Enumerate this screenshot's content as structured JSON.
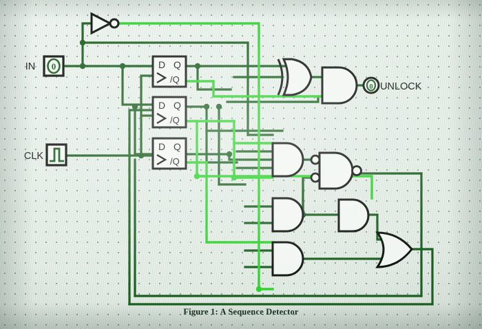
{
  "figure": {
    "caption": "Figure 1: A Sequence Detector",
    "background": "#eef2ef"
  },
  "colors": {
    "wire_low": "#1b5e20",
    "wire_high": "#2fd12f",
    "gate_outline": "#10140f",
    "text": "#121512"
  },
  "inputs": [
    {
      "name": "IN",
      "label": "IN",
      "value": "0",
      "kind": "pin-value"
    },
    {
      "name": "CLK",
      "label": "CLK",
      "value": "",
      "kind": "clock-pulse"
    }
  ],
  "outputs": [
    {
      "name": "UNLOCK",
      "label": "UNLOCK",
      "value": "0",
      "kind": "pin-value"
    }
  ],
  "flipflops": [
    {
      "id": "ff1",
      "d": "D",
      "q": "Q",
      "nq": "/Q",
      "clk": "clk-triangle"
    },
    {
      "id": "ff2",
      "d": "D",
      "q": "Q",
      "nq": "/Q",
      "clk": "clk-triangle"
    },
    {
      "id": "ff3",
      "d": "D",
      "q": "Q",
      "nq": "/Q",
      "clk": "clk-triangle"
    }
  ],
  "gates": [
    {
      "id": "not1",
      "type": "NOT",
      "label": "NOT"
    },
    {
      "id": "xor1",
      "type": "XOR",
      "label": "XOR"
    },
    {
      "id": "and1",
      "type": "AND",
      "label": "AND"
    },
    {
      "id": "and2",
      "type": "AND",
      "label": "AND"
    },
    {
      "id": "and3",
      "type": "AND",
      "label": "AND"
    },
    {
      "id": "and4",
      "type": "AND",
      "label": "AND"
    },
    {
      "id": "nand1",
      "type": "NAND-inverted-inputs",
      "label": "NAND"
    },
    {
      "id": "and5",
      "type": "AND",
      "label": "AND"
    },
    {
      "id": "or1",
      "type": "OR",
      "label": "OR"
    }
  ]
}
